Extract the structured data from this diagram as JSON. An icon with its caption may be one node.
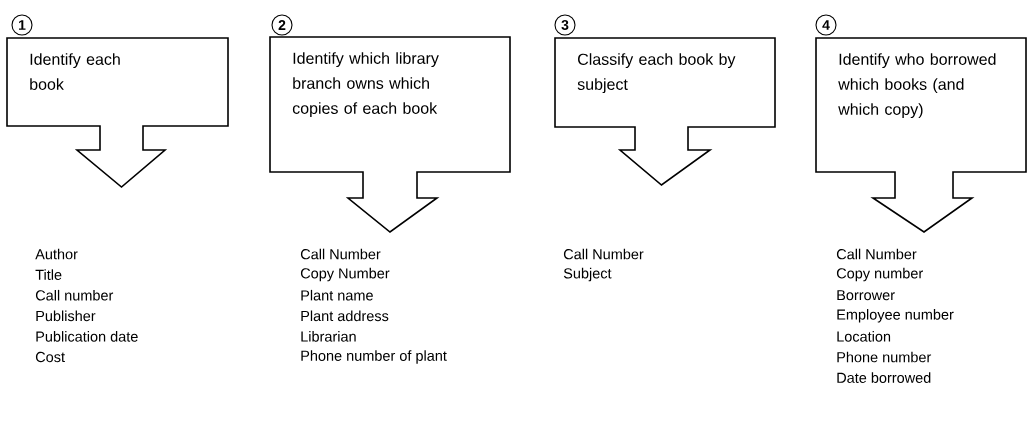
{
  "diagram": {
    "nodes": [
      {
        "text": [
          "Identify each book"
        ],
        "beside": [
          "1"
        ]
      },
      {
        "text": [
          "Identify which library branch owns which copies of each book"
        ],
        "beside": [
          "2"
        ]
      },
      {
        "text": [
          "Classify each book by subject"
        ],
        "beside": [
          "3"
        ]
      },
      {
        "text": [
          "Identify who borrowed which books (and which copy)"
        ],
        "beside": [
          "4"
        ]
      }
    ],
    "labels": [
      "Author",
      "Title",
      "Call number",
      "Publisher",
      "Publication date",
      "Cost",
      "Call Number",
      "Copy Number",
      "Plant name",
      "Plant address",
      "Librarian",
      "Phone number of plant",
      "Call Number",
      "Subject",
      "Call Number",
      "Copy number",
      "Borrower",
      "Employee number",
      "Location",
      "Phone number",
      "Date borrowed"
    ]
  }
}
